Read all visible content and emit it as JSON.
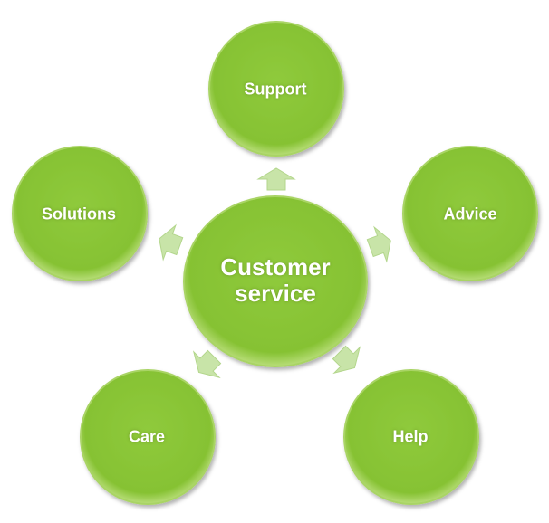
{
  "center": {
    "label_line1": "Customer",
    "label_line2": "service"
  },
  "nodes": [
    {
      "label": "Support"
    },
    {
      "label": "Advice"
    },
    {
      "label": "Help"
    },
    {
      "label": "Care"
    },
    {
      "label": "Solutions"
    }
  ],
  "colors": {
    "circle": "#8cc63f",
    "circle_edge": "#6fa52a",
    "arrow": "#c6e2a6"
  }
}
